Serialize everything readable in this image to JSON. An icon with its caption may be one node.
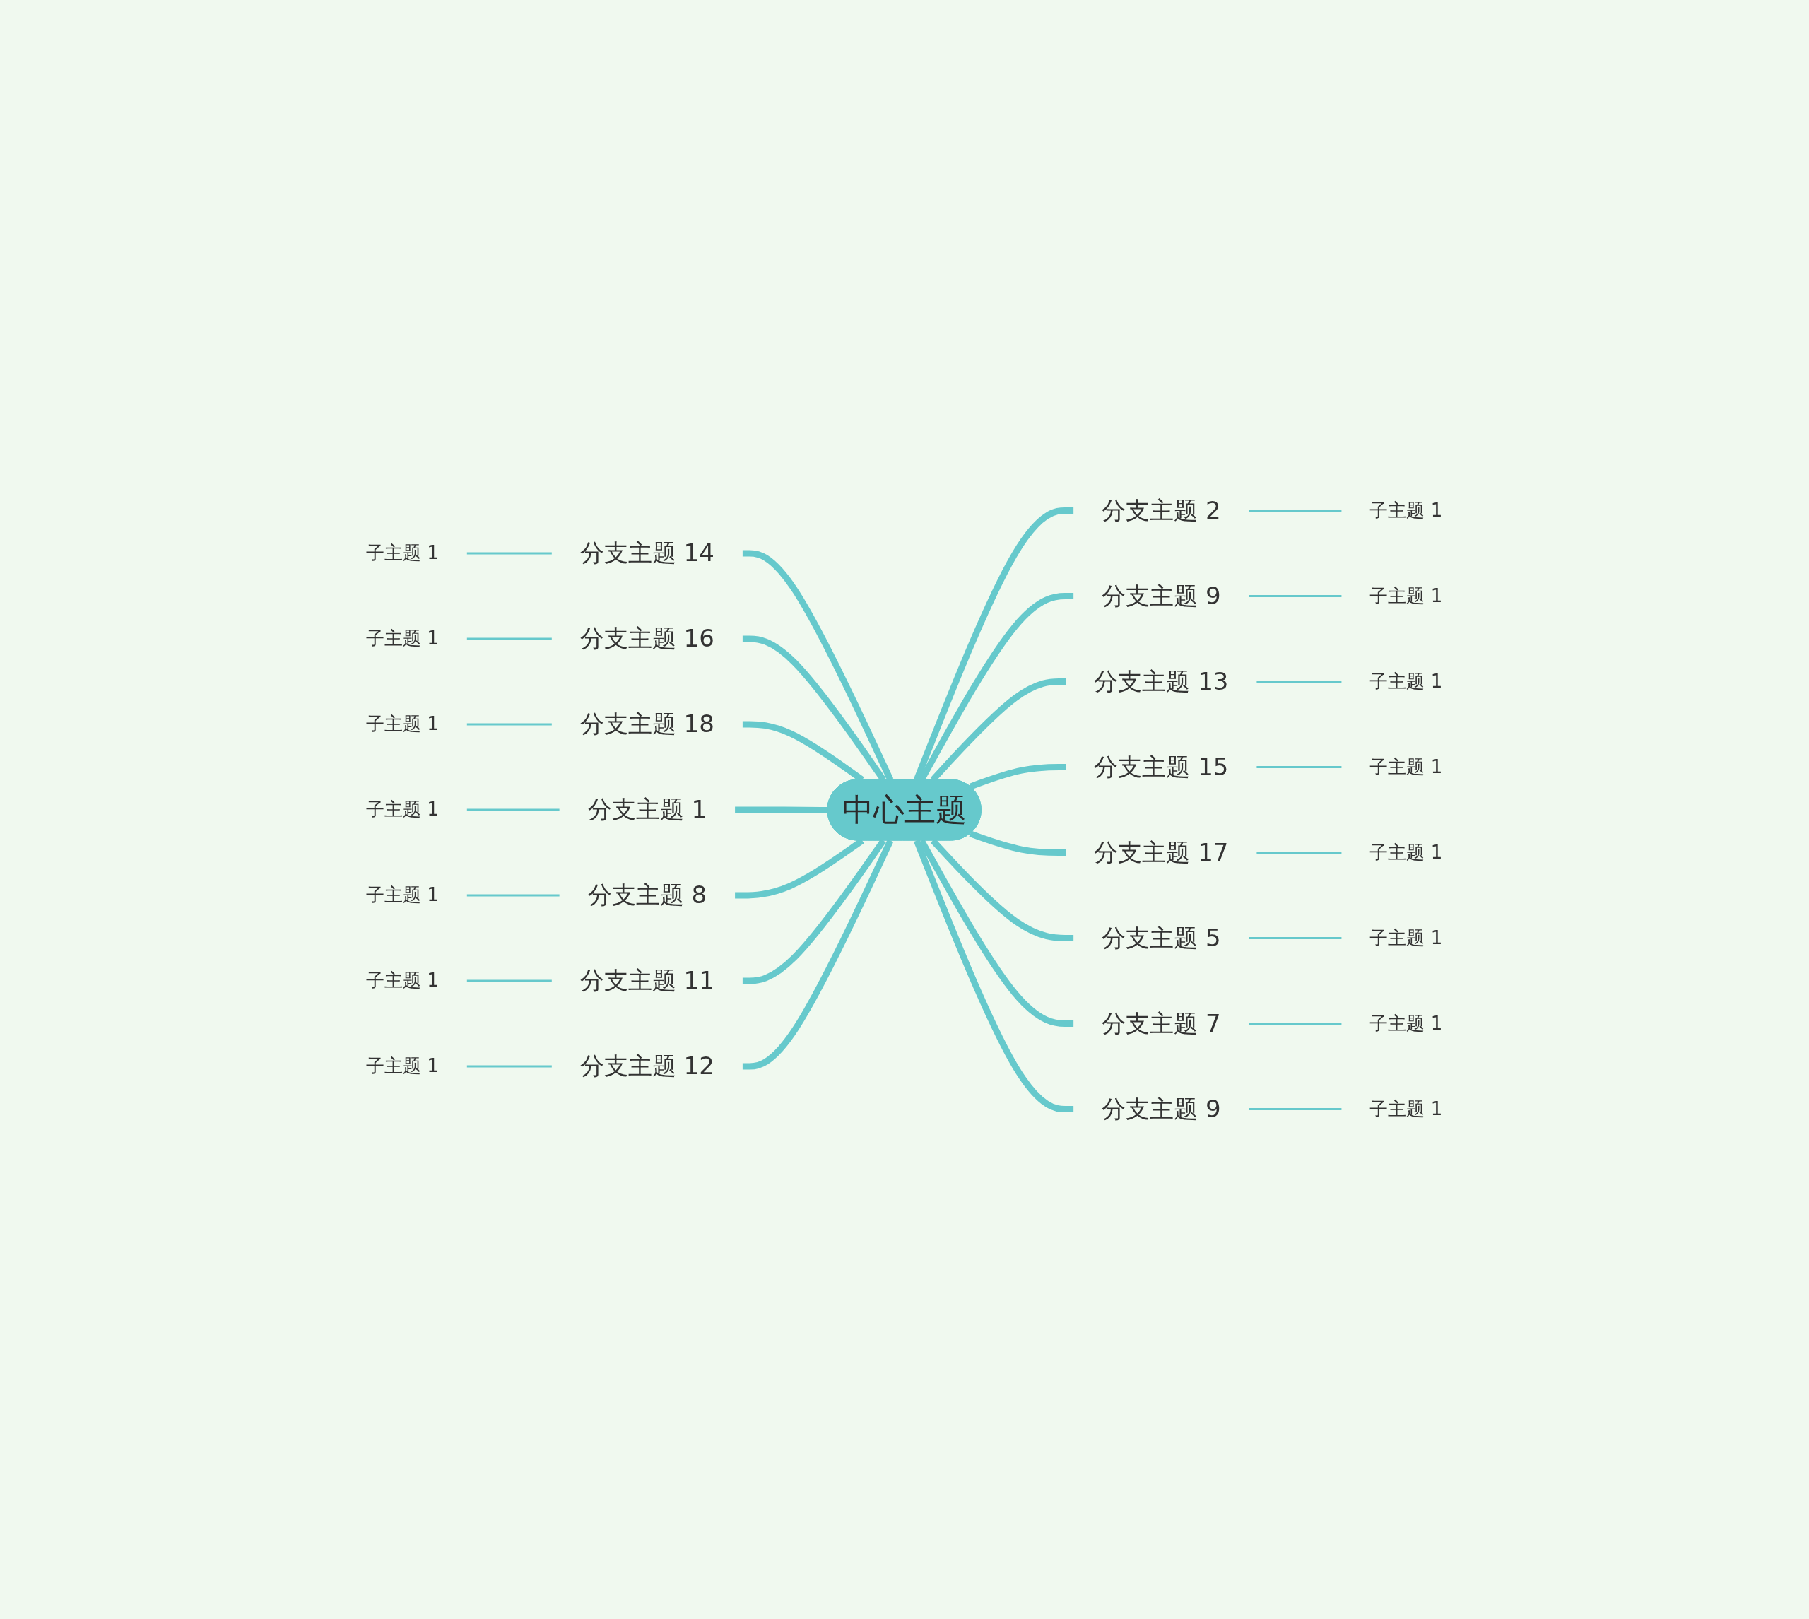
{
  "diagram": {
    "nodes": [
      {
        "text": [
          "中心主题"
        ]
      },
      {
        "text": [
          "分支主题 2"
        ]
      },
      {
        "text": [
          "子主题 1"
        ]
      },
      {
        "text": [
          "分支主题 9"
        ]
      },
      {
        "text": [
          "子主题 1"
        ]
      },
      {
        "text": [
          "分支主题 13"
        ]
      },
      {
        "text": [
          "子主题 1"
        ]
      },
      {
        "text": [
          "分支主题 15"
        ]
      },
      {
        "text": [
          "子主题 1"
        ]
      },
      {
        "text": [
          "分支主题 17"
        ]
      },
      {
        "text": [
          "子主题 1"
        ]
      },
      {
        "text": [
          "分支主题 5"
        ]
      },
      {
        "text": [
          "子主题 1"
        ]
      },
      {
        "text": [
          "分支主题 7"
        ]
      },
      {
        "text": [
          "子主题 1"
        ]
      },
      {
        "text": [
          "分支主题 9"
        ]
      },
      {
        "text": [
          "子主题 1"
        ]
      },
      {
        "text": [
          "子主题 1"
        ]
      },
      {
        "text": [
          "分支主题 14"
        ]
      },
      {
        "text": [
          "子主题 1"
        ]
      },
      {
        "text": [
          "分支主题 16"
        ]
      },
      {
        "text": [
          "子主题 1"
        ]
      },
      {
        "text": [
          "分支主题 18"
        ]
      },
      {
        "text": [
          "子主题 1"
        ]
      },
      {
        "text": [
          "分支主题 1"
        ]
      },
      {
        "text": [
          "子主题 1"
        ]
      },
      {
        "text": [
          "分支主题 8"
        ]
      },
      {
        "text": [
          "子主题 1"
        ]
      },
      {
        "text": [
          "分支主题 11"
        ]
      },
      {
        "text": [
          "子主题 1"
        ]
      },
      {
        "text": [
          "分支主题 12"
        ]
      }
    ],
    "edges": [
      {
        "from": 0,
        "to": 1,
        "arrow": "none",
        "style": "thick"
      },
      {
        "from": 1,
        "to": 2,
        "arrow": "none"
      },
      {
        "from": 0,
        "to": 3,
        "arrow": "none",
        "style": "thick"
      },
      {
        "from": 3,
        "to": 4,
        "arrow": "none"
      },
      {
        "from": 0,
        "to": 5,
        "arrow": "none",
        "style": "thick"
      },
      {
        "from": 5,
        "to": 6,
        "arrow": "none"
      },
      {
        "from": 0,
        "to": 7,
        "arrow": "none",
        "style": "thick"
      },
      {
        "from": 7,
        "to": 8,
        "arrow": "none"
      },
      {
        "from": 0,
        "to": 9,
        "arrow": "none",
        "style": "thick"
      },
      {
        "from": 9,
        "to": 10,
        "arrow": "none"
      },
      {
        "from": 0,
        "to": 11,
        "arrow": "none",
        "style": "thick"
      },
      {
        "from": 11,
        "to": 12,
        "arrow": "none"
      },
      {
        "from": 0,
        "to": 13,
        "arrow": "none",
        "style": "thick"
      },
      {
        "from": 13,
        "to": 14,
        "arrow": "none"
      },
      {
        "from": 0,
        "to": 15,
        "arrow": "none",
        "style": "thick"
      },
      {
        "from": 15,
        "to": 16,
        "arrow": "none"
      },
      {
        "from": 17,
        "to": 18,
        "arrow": "none"
      },
      {
        "from": 18,
        "to": 0,
        "arrow": "none",
        "style": "thick"
      },
      {
        "from": 19,
        "to": 20,
        "arrow": "none"
      },
      {
        "from": 20,
        "to": 0,
        "arrow": "none",
        "style": "thick"
      },
      {
        "from": 21,
        "to": 22,
        "arrow": "none"
      },
      {
        "from": 22,
        "to": 0,
        "arrow": "none",
        "style": "thick"
      },
      {
        "from": 23,
        "to": 24,
        "arrow": "none"
      },
      {
        "from": 24,
        "to": 0,
        "arrow": "none",
        "style": "thick"
      },
      {
        "from": 25,
        "to": 26,
        "arrow": "none"
      },
      {
        "from": 26,
        "to": 0,
        "arrow": "none",
        "style": "thick"
      },
      {
        "from": 27,
        "to": 28,
        "arrow": "none"
      },
      {
        "from": 28,
        "to": 0,
        "arrow": "none",
        "style": "thick"
      },
      {
        "from": 29,
        "to": 30,
        "arrow": "none"
      },
      {
        "from": 30,
        "to": 0,
        "arrow": "none",
        "style": "thick"
      }
    ]
  }
}
